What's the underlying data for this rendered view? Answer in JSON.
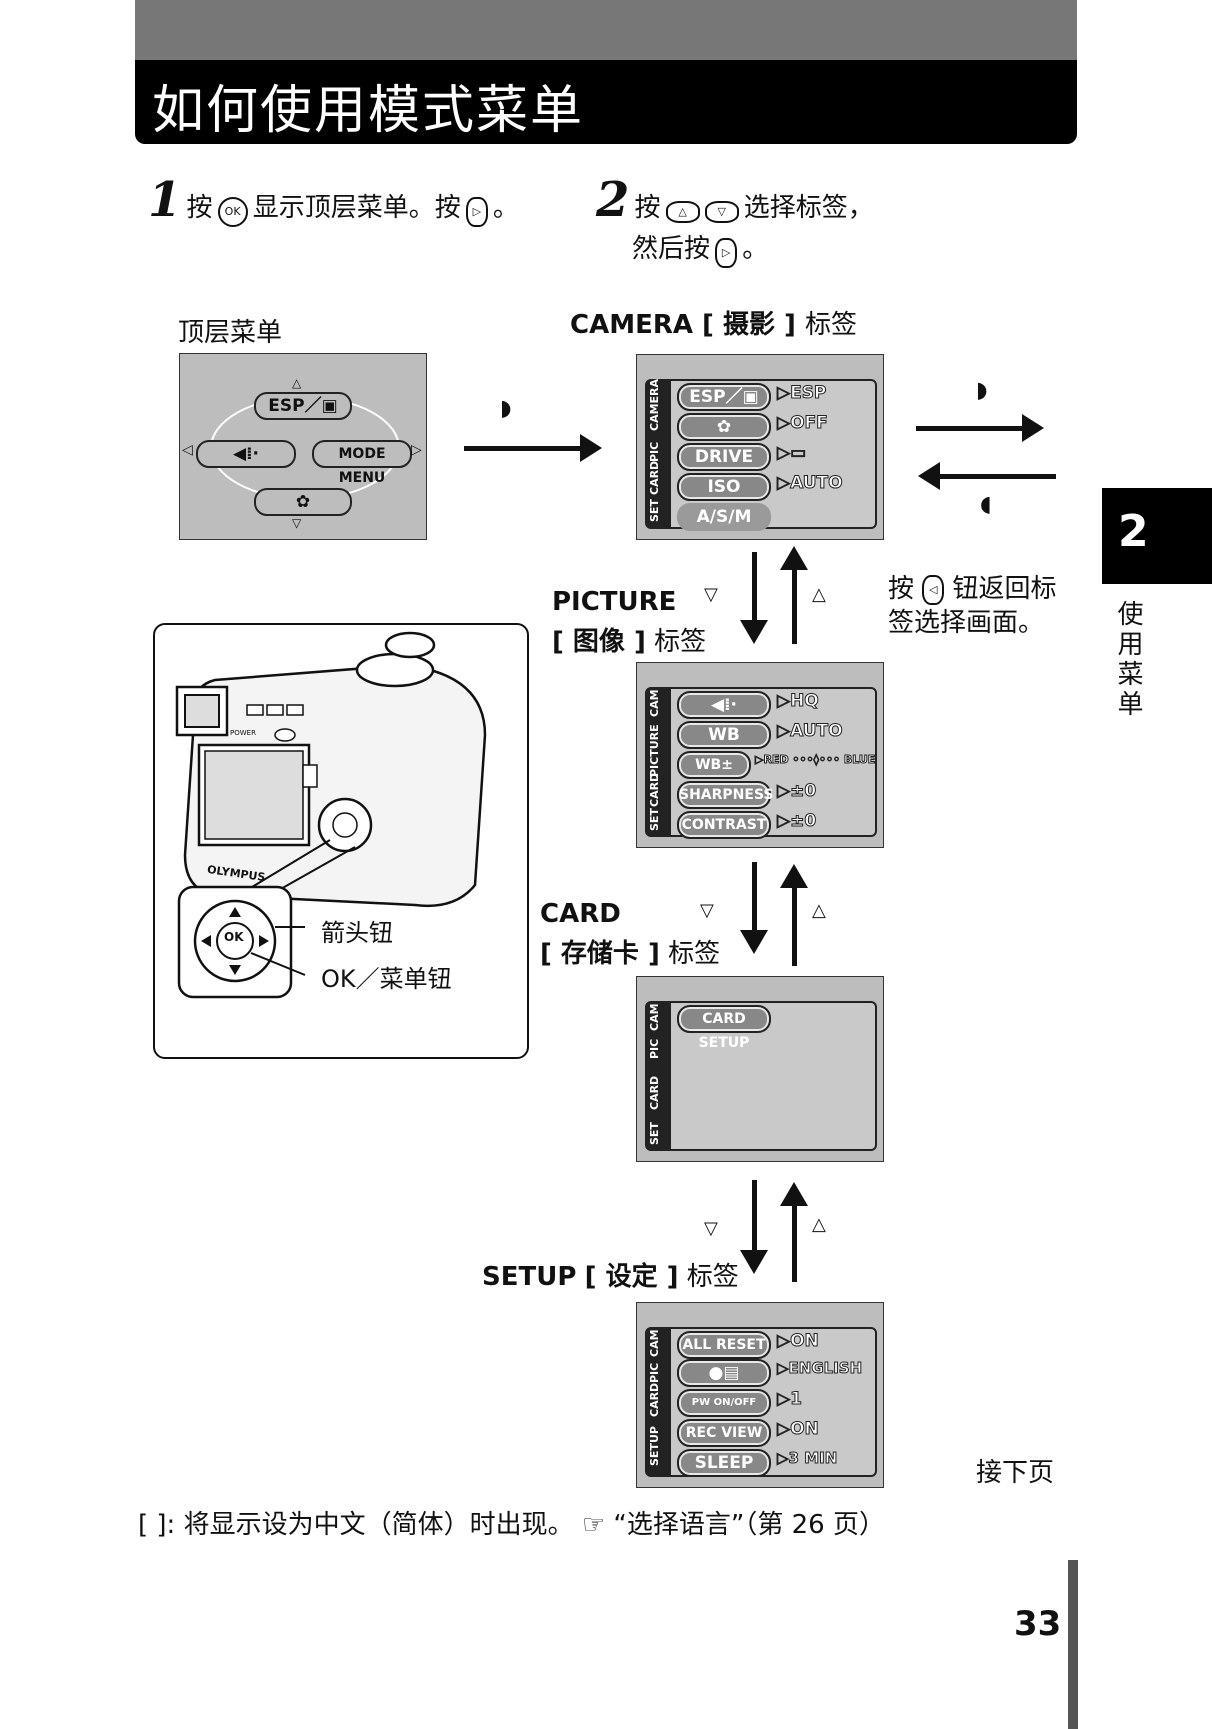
{
  "header": {
    "title": "如何使用模式菜单"
  },
  "steps": [
    {
      "num": "1",
      "text_a": "按",
      "text_b": "显示顶层菜单。按",
      "text_c": "。"
    },
    {
      "num": "2",
      "text_a": "按",
      "text_b": "选择标签，",
      "text_c": "然后按",
      "text_d": "。"
    }
  ],
  "top_menu": {
    "label": "顶层菜单",
    "esp": "ESP／",
    "mode_menu": "MODE  MENU"
  },
  "tabs": {
    "camera": {
      "label_en": "CAMERA",
      "label_bracket": "[ 摄影 ]",
      "label_zh": "标签",
      "side": [
        "CAMERA",
        "PIC",
        "CARD",
        "SET"
      ],
      "rows": [
        {
          "key": "ESP／",
          "val": "ESP"
        },
        {
          "key": "",
          "val": "OFF"
        },
        {
          "key": "DRIVE",
          "val": ""
        },
        {
          "key": "ISO",
          "val": "AUTO"
        },
        {
          "key": "A/S/M",
          "val": ""
        }
      ]
    },
    "picture": {
      "label_en": "PICTURE",
      "label_bracket": "[ 图像 ]",
      "label_zh": "标签",
      "side": [
        "CAM",
        "PICTURE",
        "CARD",
        "SET"
      ],
      "rows": [
        {
          "key": "",
          "val": "HQ"
        },
        {
          "key": "WB",
          "val": "AUTO"
        },
        {
          "key": "WB±",
          "val": "RED ◦◦◦◊◦◦◦ BLUE"
        },
        {
          "key": "SHARPNESS",
          "val": "±0"
        },
        {
          "key": "CONTRAST",
          "val": "±0"
        }
      ]
    },
    "card": {
      "label_en": "CARD",
      "label_bracket": "[ 存储卡 ]",
      "label_zh": "标签",
      "side": [
        "CAM",
        "PIC",
        "CARD",
        "SET"
      ],
      "rows": [
        {
          "key": "CARD SETUP",
          "val": ""
        }
      ]
    },
    "setup": {
      "label_en": "SETUP",
      "label_bracket": "[ 设定 ]",
      "label_zh": "标签",
      "side": [
        "CAM",
        "PIC",
        "CARD",
        "SETUP"
      ],
      "rows": [
        {
          "key": "ALL  RESET",
          "val": "ON"
        },
        {
          "key": "",
          "val": "ENGLISH"
        },
        {
          "key": "PW ON/OFF SETUP",
          "val": "1"
        },
        {
          "key": "REC  VIEW",
          "val": "ON"
        },
        {
          "key": "SLEEP",
          "val": "3  MIN"
        }
      ]
    }
  },
  "return_note": {
    "a": "按",
    "b": "钮返回标",
    "c": "签选择画面。"
  },
  "camera_labels": {
    "arrow": "箭头钮",
    "ok": "OK／菜单钮",
    "brand": "OLYMPUS",
    "power": "POWER",
    "ok_btn": "OK"
  },
  "section": {
    "num": "2",
    "label": "使用菜单"
  },
  "next_page": "接下页",
  "footnote": "[    ]:  将显示设为中文（简体）时出现。",
  "footnote_ref": "“选择语言”（第 26 页）",
  "page_number": "33"
}
